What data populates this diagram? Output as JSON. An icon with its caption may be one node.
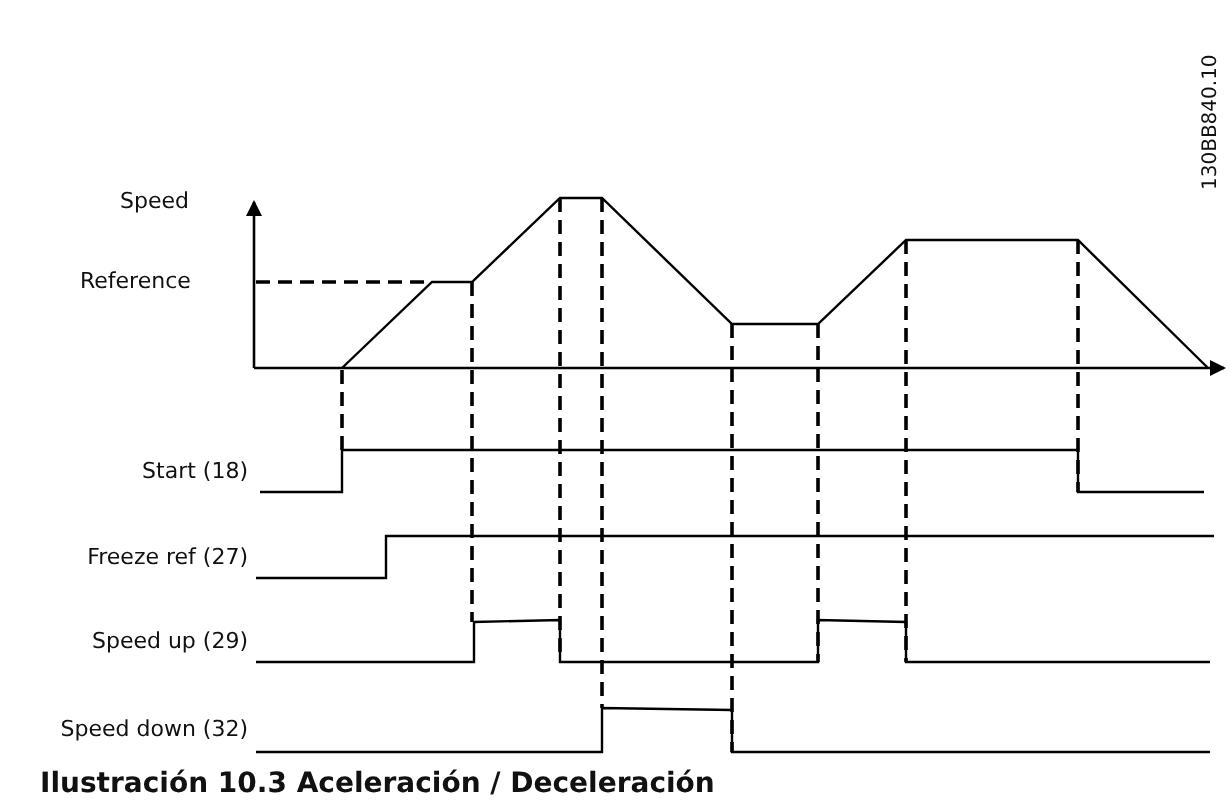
{
  "diagram": {
    "caption": "Ilustración 10.3 Aceleración / Deceleración",
    "labels": [
      "130BB840.10",
      "Speed",
      "Reference",
      "Start (18)",
      "Freeze ref (27)",
      "Speed up (29)",
      "Speed down (32)"
    ]
  }
}
